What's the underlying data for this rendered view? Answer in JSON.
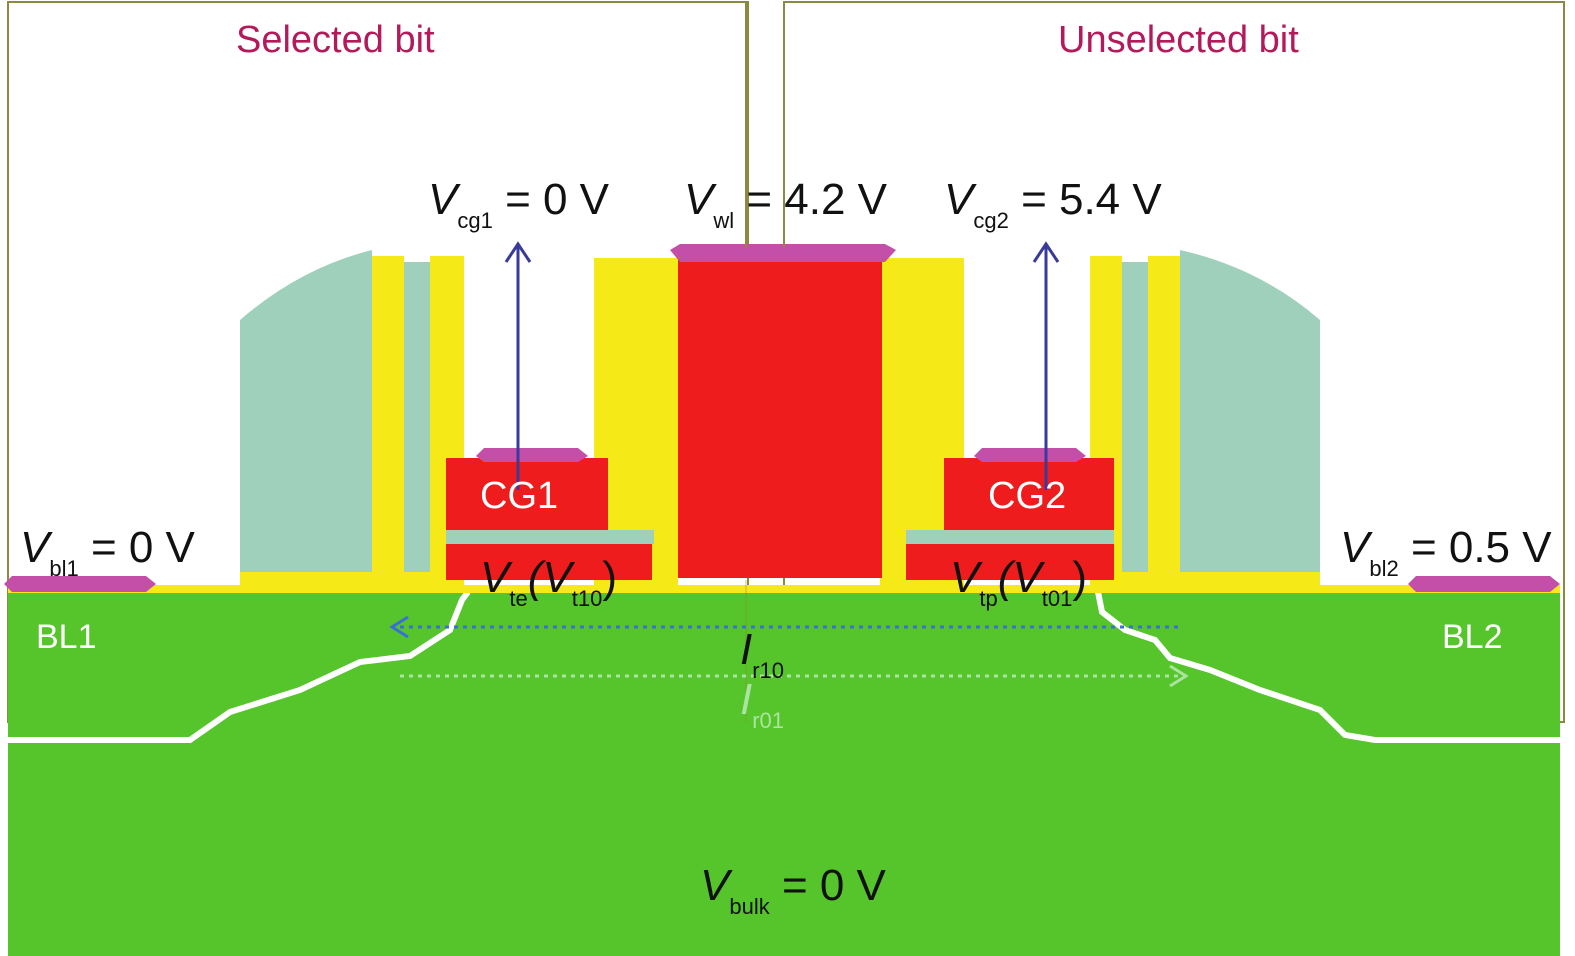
{
  "titles": {
    "selected": "Selected bit",
    "unselected": "Unselected bit",
    "color": "#b4195a"
  },
  "voltages": {
    "cg1": {
      "sym": "V",
      "sub": "cg1",
      "rest": " = 0 V"
    },
    "wl": {
      "sym": "V",
      "sub": "wl",
      "rest": " = 4.2 V"
    },
    "cg2": {
      "sym": "V",
      "sub": "cg2",
      "rest": " = 5.4 V"
    },
    "bl1": {
      "sym": "V",
      "sub": "bl1",
      "rest": " = 0 V"
    },
    "bl2": {
      "sym": "V",
      "sub": "bl2",
      "rest": " = 0.5 V"
    },
    "bulk": {
      "sym": "V",
      "sub": "bulk",
      "rest": " = 0 V"
    }
  },
  "gates": {
    "cg1": "CG1",
    "cg2": "CG2"
  },
  "threshold_labels": {
    "left": {
      "v": "V",
      "sub1": "te",
      "mid": "(V",
      "sub2": "t10",
      "end": ")"
    },
    "right": {
      "v": "V",
      "sub1": "tp",
      "mid": "(V",
      "sub2": "t01",
      "end": ")"
    }
  },
  "bitlines": {
    "bl1": "BL1",
    "bl2": "BL2"
  },
  "currents": {
    "ir10": {
      "sym": "I",
      "sub": "r10",
      "color": "#3a6fd8"
    },
    "ir01": {
      "sym": "I",
      "sub": "r01",
      "color": "#a9e4a0"
    }
  },
  "colors": {
    "substrate": "#56c42b",
    "oxide": "#f5ea17",
    "gate": "#ee1c1c",
    "spacer": "#9fd0bc",
    "contact": "#c44fa8",
    "arrow": "#3a3a9a",
    "frame": "#8a8a40"
  }
}
